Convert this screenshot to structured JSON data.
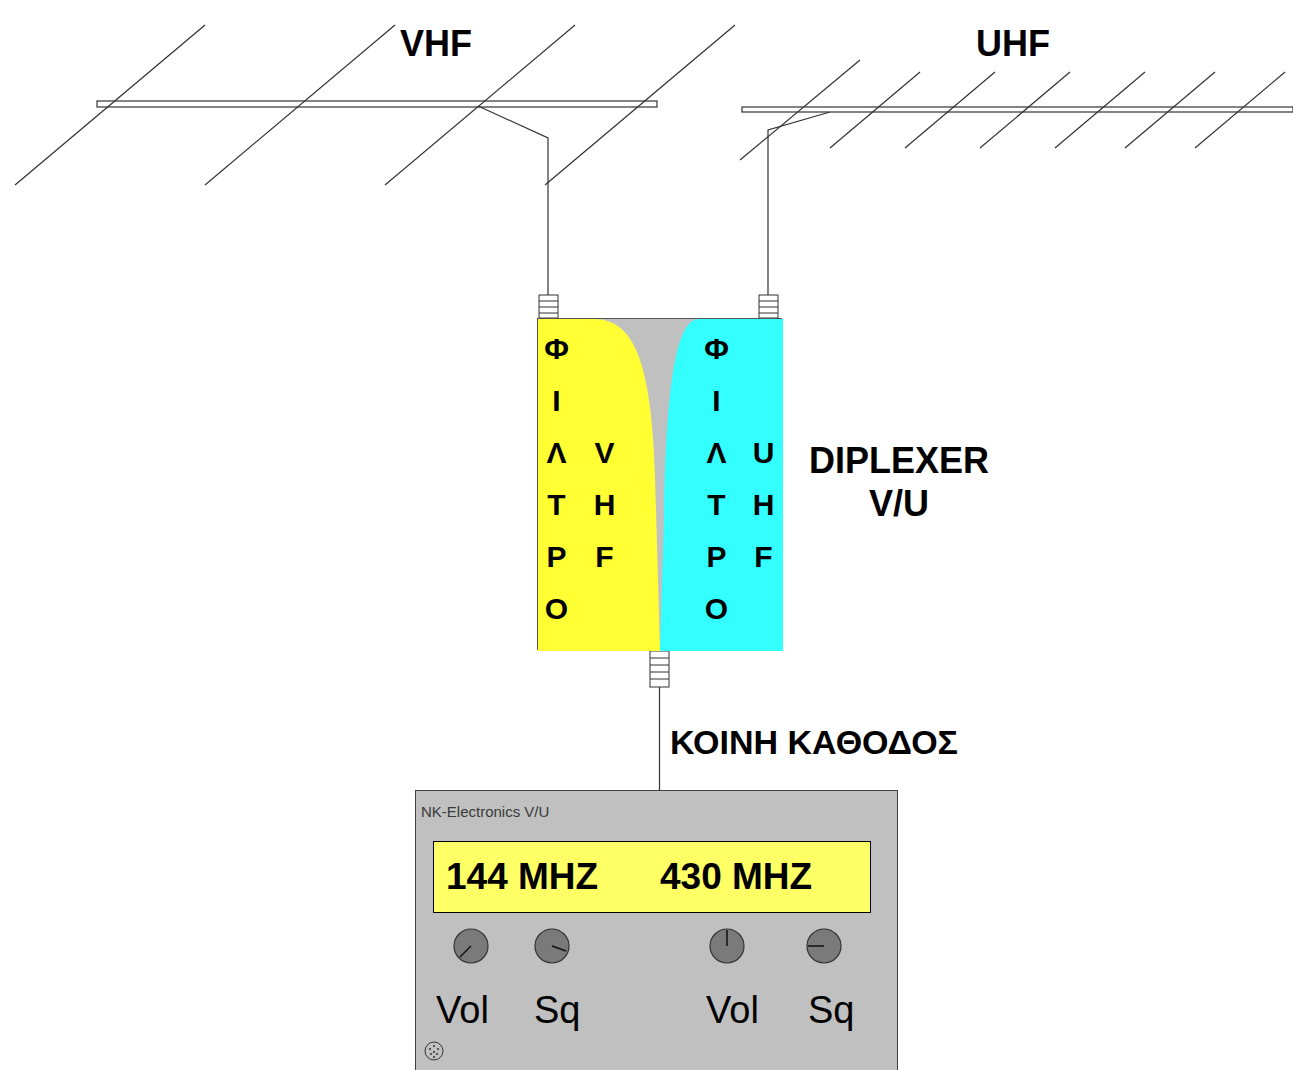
{
  "diagram": {
    "nodes": [
      {
        "text": [
          "DIPLEXER V/U"
        ]
      },
      {
        "text": [
          "ΦΙΛΤΡΟ",
          "VHF"
        ],
        "in": 0
      },
      {
        "text": [
          "ΦΙΛΤΡΟ",
          "UHF"
        ],
        "in": 0
      },
      {
        "text": [
          "NK-Electronics V/U"
        ]
      },
      {
        "text": [
          "144 MHZ",
          "430 MHZ"
        ],
        "in": 3
      }
    ],
    "edges": [
      {
        "from": 0,
        "to": 3,
        "arrow": "none",
        "label": "ΚΟΙΝΗ ΚΑΘΟΔΟΣ"
      }
    ],
    "labels": [
      "VHF",
      "UHF",
      "Vol",
      "Sq",
      "Vol",
      "Sq"
    ]
  }
}
